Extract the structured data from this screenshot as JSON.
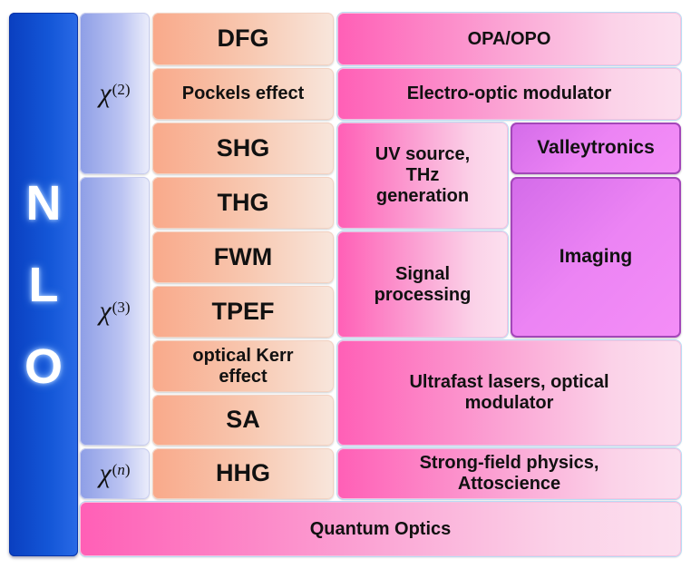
{
  "title_bar": {
    "letters": [
      "N",
      "L",
      "O"
    ]
  },
  "orders": [
    {
      "symbol": "χ",
      "order": "2"
    },
    {
      "symbol": "χ",
      "order": "3"
    },
    {
      "symbol": "χ",
      "order": "n"
    }
  ],
  "processes": [
    {
      "label": "DFG"
    },
    {
      "label": "Pockels effect"
    },
    {
      "label": "SHG"
    },
    {
      "label": "THG"
    },
    {
      "label": "FWM"
    },
    {
      "label": "TPEF"
    },
    {
      "label": "optical Kerr effect"
    },
    {
      "label": "SA"
    },
    {
      "label": "HHG"
    }
  ],
  "applications": [
    {
      "label": "OPA/OPO"
    },
    {
      "label": "Electro-optic modulator"
    },
    {
      "label": "UV source, THz generation"
    },
    {
      "label": "Valleytronics"
    },
    {
      "label": "Signal processing"
    },
    {
      "label": "Imaging"
    },
    {
      "label": "Ultrafast lasers, optical modulator"
    },
    {
      "label": "Strong-field physics, Attoscience"
    },
    {
      "label": "Quantum Optics"
    }
  ],
  "colors": {
    "nlo_blue": "#1457d8",
    "chi_lavender": "#bcc4f2",
    "process_peach": "#f8c9b2",
    "application_pink": "#ff5fb6",
    "highlight_purple": "#ec84f4"
  }
}
